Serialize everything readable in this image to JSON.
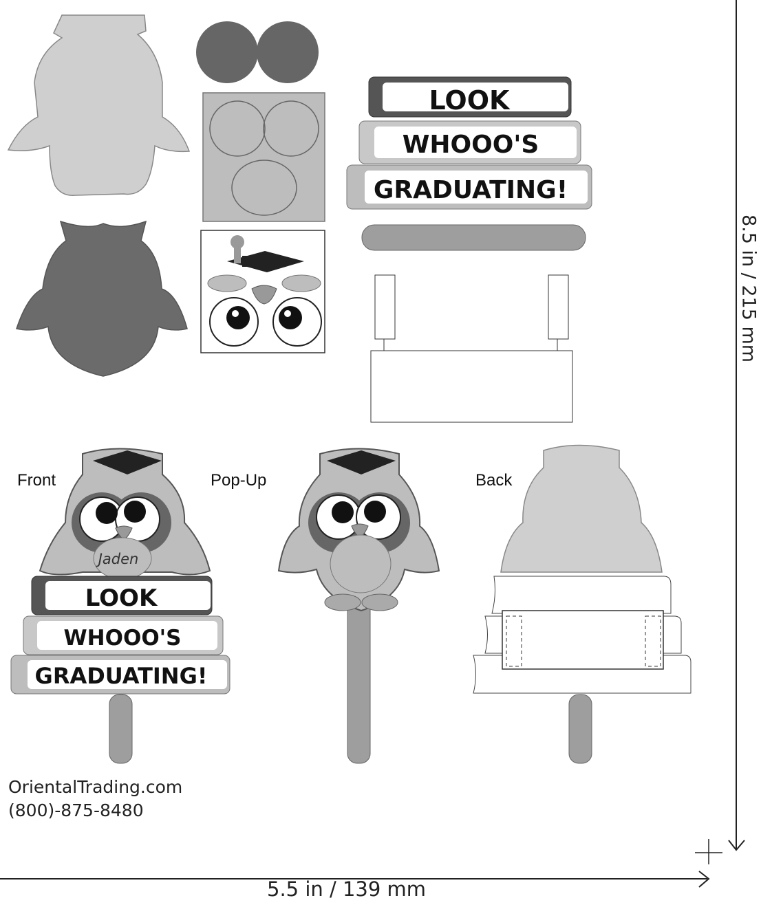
{
  "views": {
    "front_label": "Front",
    "popup_label": "Pop-Up",
    "back_label": "Back"
  },
  "sign": {
    "line1": "LOOK",
    "line2": "WHOOO'S",
    "line3": "GRADUATING!"
  },
  "nameplate": "Jaden",
  "contact": {
    "website": "OrientalTrading.com",
    "phone": "(800)-875-8480"
  },
  "dimensions": {
    "width": "5.5 in / 139 mm",
    "height": "8.5 in / 215 mm"
  }
}
